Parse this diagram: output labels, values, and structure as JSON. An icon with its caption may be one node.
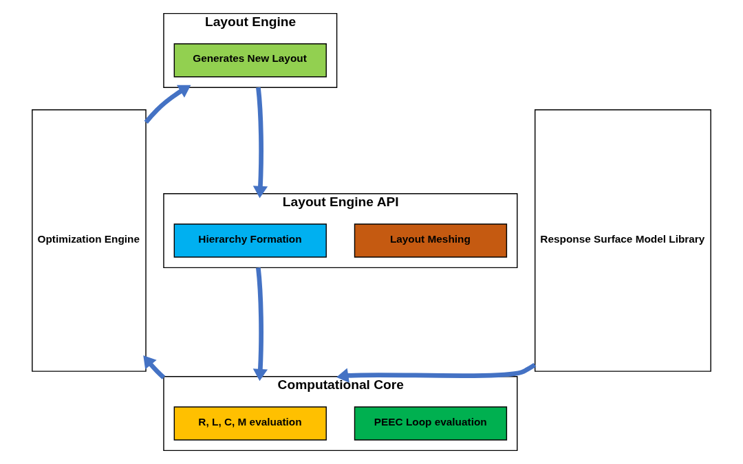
{
  "diagram": {
    "nodes": [
      {
        "text": [
          "Optimization Engine"
        ]
      },
      {
        "text": [
          "Layout Engine"
        ]
      },
      {
        "text": [
          "Generates New Layout"
        ],
        "in": 1
      },
      {
        "text": [
          "Layout Engine API"
        ]
      },
      {
        "text": [
          "Hierarchy Formation"
        ],
        "in": 3
      },
      {
        "text": [
          "Layout Meshing"
        ],
        "in": 3
      },
      {
        "text": [
          "Computational Core"
        ]
      },
      {
        "text": [
          "R, L, C, M evaluation"
        ],
        "in": 6
      },
      {
        "text": [
          "PEEC Loop evaluation"
        ],
        "in": 6
      },
      {
        "text": [
          "Response Surface Model Library"
        ]
      }
    ],
    "edges": [
      {
        "from": 0,
        "to": 1,
        "arrow": "to"
      },
      {
        "from": 1,
        "to": 3,
        "arrow": "to"
      },
      {
        "from": 3,
        "to": 6,
        "arrow": "to"
      },
      {
        "from": 6,
        "to": 0,
        "arrow": "to"
      },
      {
        "from": 9,
        "to": 6,
        "arrow": "to"
      }
    ]
  }
}
